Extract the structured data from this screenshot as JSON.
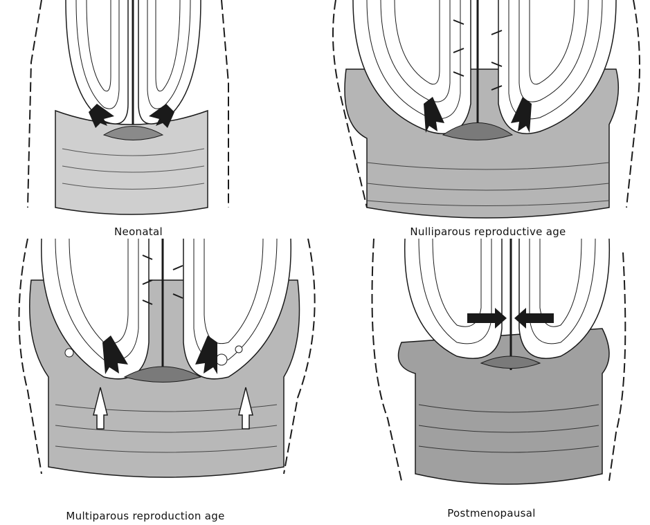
{
  "captions": {
    "top_left": "Neonatal",
    "top_right": "Nulliparous reproductive age",
    "bottom_left": "Multiparous reproduction age",
    "bottom_right": "Postmenopausal"
  },
  "colors": {
    "ink": "#1a1a1a",
    "stroma_shade": "#9a9a9a",
    "light_shade": "#d2d2d2",
    "paper": "#ffffff"
  },
  "icons": [
    "arrow-black-icon",
    "arrow-white-icon"
  ]
}
